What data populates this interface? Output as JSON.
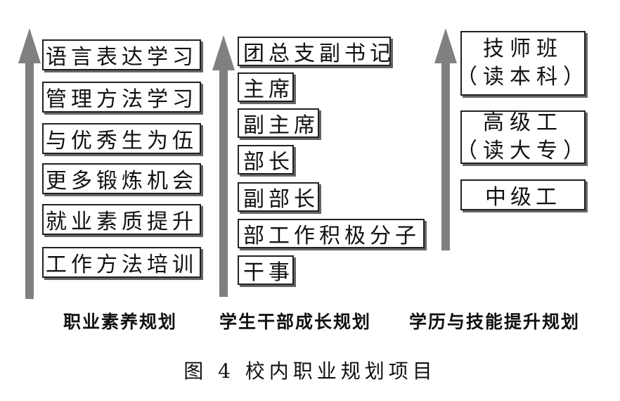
{
  "columns": [
    {
      "items": [
        "语言表达学习",
        "管理方法学习",
        "与优秀生为伍",
        "更多锻炼机会",
        "就业素质提升",
        "工作方法培训"
      ],
      "label": "职业素养规划"
    },
    {
      "items": [
        "团总支副书记",
        "主席",
        "副主席",
        "部长",
        "副部长",
        "部工作积极分子",
        "干事"
      ],
      "label": "学生干部成长规划"
    },
    {
      "items": [
        {
          "line1": "技师班",
          "line2": "（读本科）"
        },
        {
          "line1": "高级工",
          "line2": "（读大专）"
        },
        {
          "line1": "中级工"
        }
      ],
      "label": "学历与技能提升规划"
    }
  ],
  "caption": "图 4  校内职业规划项目",
  "colors": {
    "arrow": "#808080",
    "border": "#222222",
    "shadow": "#666666"
  }
}
